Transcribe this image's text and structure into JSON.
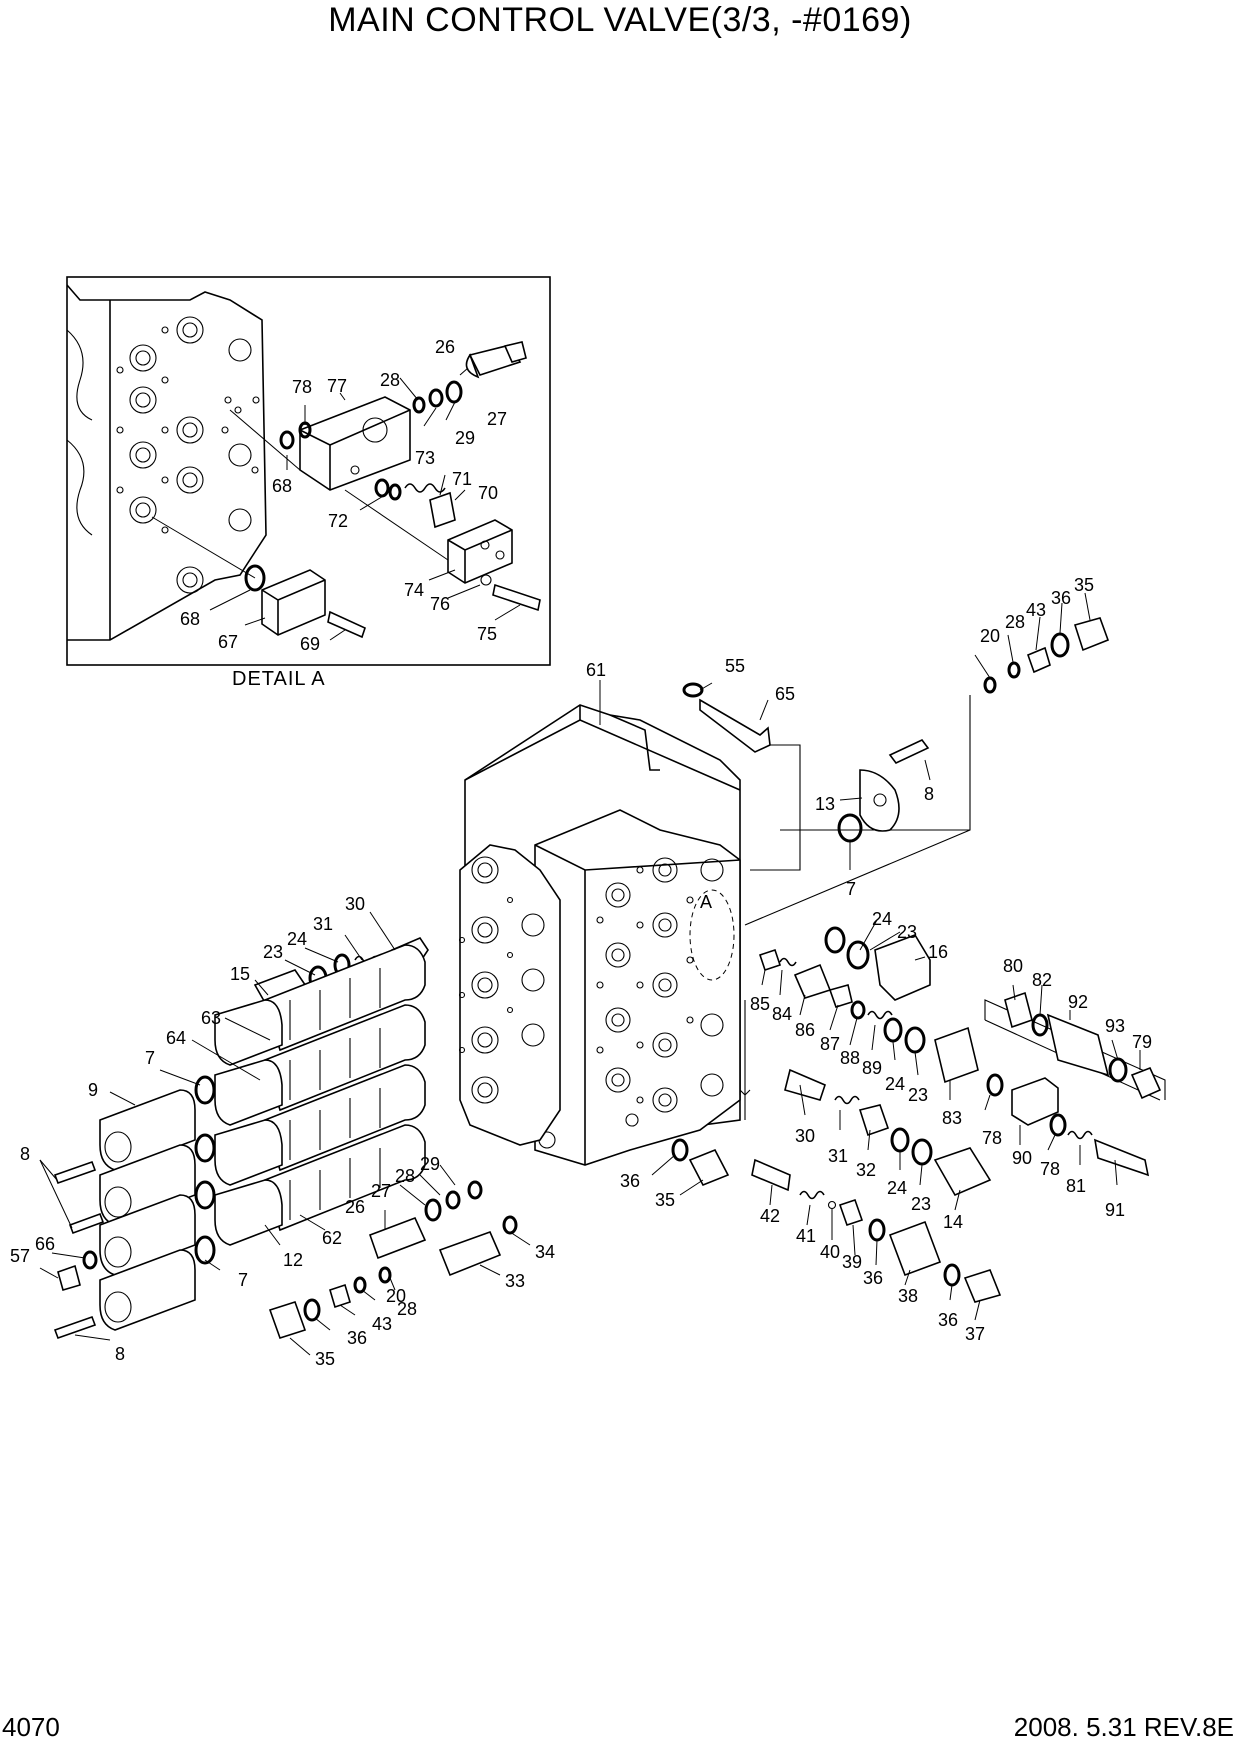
{
  "title": "MAIN CONTROL VALVE(3/3, -#0169)",
  "page_number": "4070",
  "revision": "2008. 5.31  REV.8E",
  "detail_caption": "DETAIL  A",
  "detail_marker": "A",
  "callouts": {
    "d26": "26",
    "d78": "78",
    "d77": "77",
    "d28": "28",
    "d29": "29",
    "d27": "27",
    "d68a": "68",
    "d73": "73",
    "d71": "71",
    "d70": "70",
    "d72": "72",
    "d74": "74",
    "d76": "76",
    "d75": "75",
    "d68b": "68",
    "d67": "67",
    "d69": "69",
    "c61": "61",
    "c55": "55",
    "c65": "65",
    "c20a": "20",
    "c28a": "28",
    "c43a": "43",
    "c36a": "36",
    "c35a": "35",
    "c13": "13",
    "c8a": "8",
    "c7a": "7",
    "c24a": "24",
    "c23a": "23",
    "c16": "16",
    "c80": "80",
    "c82": "82",
    "c92": "92",
    "c93": "93",
    "c79": "79",
    "c85": "85",
    "c84": "84",
    "c86": "86",
    "c87": "87",
    "c88": "88",
    "c89": "89",
    "c24b": "24",
    "c23b": "23",
    "c83": "83",
    "c78a": "78",
    "c90": "90",
    "c78b": "78",
    "c81": "81",
    "c91": "91",
    "c30a": "30",
    "c31a": "31",
    "c32": "32",
    "c24c": "24",
    "c23c": "23",
    "c14": "14",
    "c36b": "36",
    "c35b": "35",
    "c42": "42",
    "c41": "41",
    "c40": "40",
    "c39": "39",
    "c36c": "36",
    "c38": "38",
    "c36d": "36",
    "c37": "37",
    "c30b": "30",
    "c31b": "31",
    "c24d": "24",
    "c23d": "23",
    "c15": "15",
    "c63": "63",
    "c64": "64",
    "c7b": "7",
    "c9": "9",
    "c8b": "8",
    "c66": "66",
    "c57": "57",
    "c12": "12",
    "c62": "62",
    "c7c": "7",
    "c8c": "8",
    "c29": "29",
    "c28b": "28",
    "c27": "27",
    "c26": "26",
    "c20b": "20",
    "c34": "34",
    "c33": "33",
    "c43b": "43",
    "c28c": "28",
    "c36e": "36",
    "c35c": "35"
  }
}
